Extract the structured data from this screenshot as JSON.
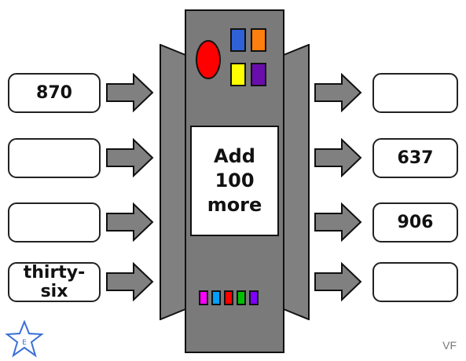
{
  "machine": {
    "rule_lines": [
      "Add",
      "100",
      "more"
    ],
    "colors": {
      "body": "#7a7a7a",
      "red_light": "#ff0000",
      "buttons": [
        "#2f62d6",
        "#ff7f0e",
        "#ffff00",
        "#6a0dad"
      ],
      "leds": [
        "#ff00ff",
        "#00a0ff",
        "#ff0000",
        "#00c000",
        "#7f00ff"
      ]
    }
  },
  "inputs": [
    "870",
    "",
    "",
    "thirty-\nsix"
  ],
  "outputs": [
    "",
    "637",
    "906",
    ""
  ],
  "footer": {
    "initials": "VF",
    "star_letter": "E"
  }
}
